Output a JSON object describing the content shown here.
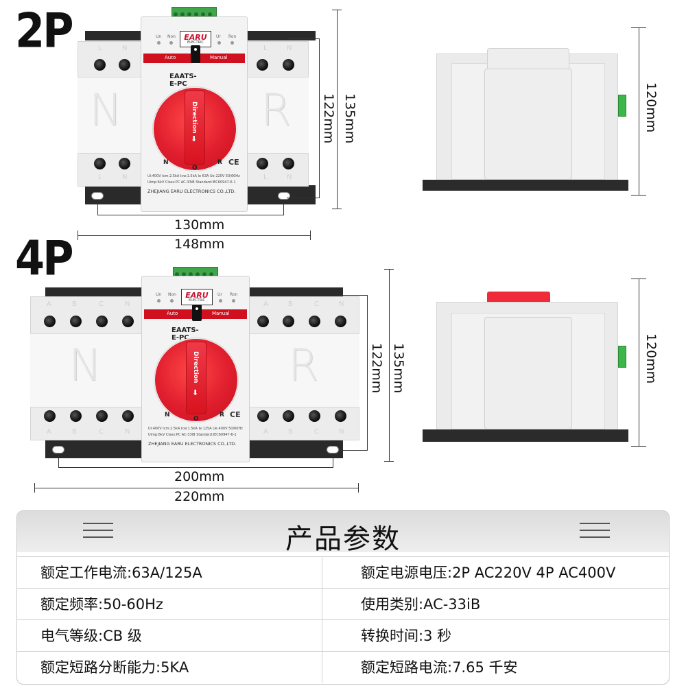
{
  "models": [
    {
      "label": "2P",
      "logo": "EARU",
      "logo_sub": "ELECTRIC",
      "model_name": "EAATS-E-PC",
      "mode_auto": "Auto",
      "mode_manual": "Manual",
      "led_labels": [
        "Un",
        "Non",
        "Ur",
        "Ron"
      ],
      "left_big_letter": "N",
      "right_big_letter": "R",
      "terminals_left": [
        "L",
        "N"
      ],
      "terminals_right": [
        "L",
        "N"
      ],
      "handle_text": "Direction",
      "nor_n": "N",
      "nor_o": "O",
      "nor_r": "R",
      "ce": "CE",
      "spec_line1": "Ui:400V  Icm:2.5kA  Icw:1.5kA  Ie  63A  Ue  220V  50/60Hz",
      "spec_line2": "Uimp:6kV  Class:PC  AC-33iB  Standard:IEC60947-6-1",
      "manufacturer": "ZHEJIANG EARU ELECTRONICS CO.,LTD.",
      "dims": {
        "h1": "130mm",
        "h2": "148mm",
        "v1": "122mm",
        "v2": "135mm",
        "side": "120mm"
      }
    },
    {
      "label": "4P",
      "logo": "EARU",
      "logo_sub": "ELECTRIC",
      "model_name": "EAATS-E-PC",
      "mode_auto": "Auto",
      "mode_manual": "Manual",
      "led_labels": [
        "Un",
        "Non",
        "Ur",
        "Ron"
      ],
      "left_big_letter": "N",
      "right_big_letter": "R",
      "terminals_left": [
        "A",
        "B",
        "C",
        "N"
      ],
      "terminals_right": [
        "A",
        "B",
        "C",
        "N"
      ],
      "handle_text": "Direction",
      "nor_n": "N",
      "nor_o": "O",
      "nor_r": "R",
      "ce": "CE",
      "spec_line1": "Ui:400V  Icm:2.5kA  Icw:1.5kA  Ie  125A  Ue  400V  50/60Hz",
      "spec_line2": "Uimp:6kV  Class:PC  AC-33iB  Standard:IEC60947-6-1",
      "manufacturer": "ZHEJIANG EARU ELECTRONICS CO.,LTD.",
      "dims": {
        "h1": "200mm",
        "h2": "220mm",
        "v1": "122mm",
        "v2": "135mm",
        "side": "120mm"
      }
    }
  ],
  "table": {
    "title": "产品参数",
    "rows": [
      {
        "left": "额定工作电流:63A/125A",
        "right": "额定电源电压:2P AC220V 4P AC400V"
      },
      {
        "left": "额定频率:50-60Hz",
        "right": "使用类别:AC-33iB"
      },
      {
        "left": "电气等级:CB 级",
        "right": "转换时间:3 秒"
      },
      {
        "left": "额定短路分断能力:5KA",
        "right": "额定短路电流:7.65 千安"
      }
    ]
  }
}
